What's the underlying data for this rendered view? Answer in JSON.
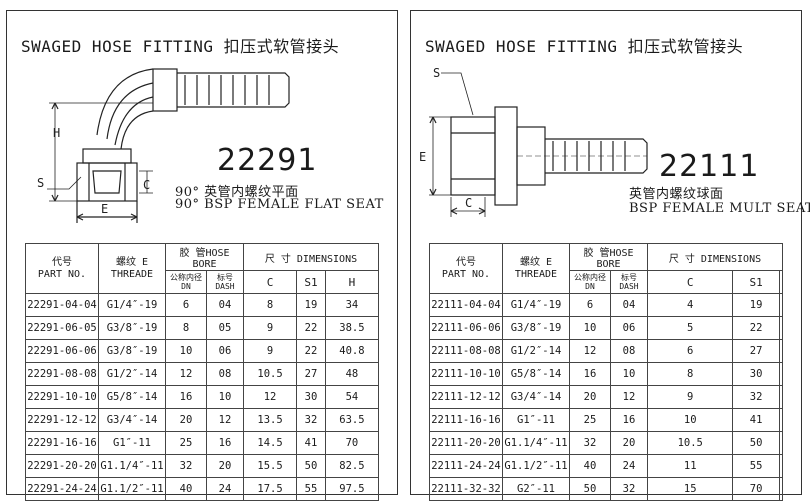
{
  "left": {
    "title": "SWAGED HOSE FITTING  扣压式软管接头",
    "code": "22291",
    "desc_cn": "90° 英管内螺纹平面",
    "desc_en": "90° BSP  FEMALE FLAT  SEAT",
    "dims": {
      "s": "S",
      "h": "H",
      "c": "C",
      "e": "E"
    },
    "headers": {
      "part_cn": "代号",
      "part_en": "PART NO.",
      "thread_cn": "螺纹 E",
      "thread_en": "THREADE",
      "bore": "胶 管HOSE BORE",
      "bore_dn": "公称内径 DN",
      "bore_dash": "标号 DASH",
      "dims": "尺 寸 DIMENSIONS",
      "c": "C",
      "s1": "S1",
      "h": "H"
    },
    "rows": [
      [
        "22291-04-04",
        "G1/4″-19",
        "6",
        "04",
        "8",
        "19",
        "34"
      ],
      [
        "22291-06-05",
        "G3/8″-19",
        "8",
        "05",
        "9",
        "22",
        "38.5"
      ],
      [
        "22291-06-06",
        "G3/8″-19",
        "10",
        "06",
        "9",
        "22",
        "40.8"
      ],
      [
        "22291-08-08",
        "G1/2″-14",
        "12",
        "08",
        "10.5",
        "27",
        "48"
      ],
      [
        "22291-10-10",
        "G5/8″-14",
        "16",
        "10",
        "12",
        "30",
        "54"
      ],
      [
        "22291-12-12",
        "G3/4″-14",
        "20",
        "12",
        "13.5",
        "32",
        "63.5"
      ],
      [
        "22291-16-16",
        "G1″-11",
        "25",
        "16",
        "14.5",
        "41",
        "70"
      ],
      [
        "22291-20-20",
        "G1.1/4″-11",
        "32",
        "20",
        "15.5",
        "50",
        "82.5"
      ],
      [
        "22291-24-24",
        "G1.1/2″-11",
        "40",
        "24",
        "17.5",
        "55",
        "97.5"
      ]
    ]
  },
  "right": {
    "title": "SWAGED HOSE FITTING  扣压式软管接头",
    "code": "22111",
    "desc_cn": "英管内螺纹球面",
    "desc_en": "BSP FEMALE MULT SEAT",
    "dims": {
      "s": "S",
      "e": "E",
      "c": "C"
    },
    "headers": {
      "part_cn": "代号",
      "part_en": "PART NO.",
      "thread_cn": "螺纹 E",
      "thread_en": "THREADE",
      "bore": "胶 管HOSE BORE",
      "bore_dn": "公称内径 DN",
      "bore_dash": "标号 DASH",
      "dims": "尺 寸 DIMENSIONS",
      "c": "C",
      "s1": "S1"
    },
    "rows": [
      [
        "22111-04-04",
        "G1/4″-19",
        "6",
        "04",
        "4",
        "19"
      ],
      [
        "22111-06-06",
        "G3/8″-19",
        "10",
        "06",
        "5",
        "22"
      ],
      [
        "22111-08-08",
        "G1/2″-14",
        "12",
        "08",
        "6",
        "27"
      ],
      [
        "22111-10-10",
        "G5/8″-14",
        "16",
        "10",
        "8",
        "30"
      ],
      [
        "22111-12-12",
        "G3/4″-14",
        "20",
        "12",
        "9",
        "32"
      ],
      [
        "22111-16-16",
        "G1″-11",
        "25",
        "16",
        "10",
        "41"
      ],
      [
        "22111-20-20",
        "G1.1/4″-11",
        "32",
        "20",
        "10.5",
        "50"
      ],
      [
        "22111-24-24",
        "G1.1/2″-11",
        "40",
        "24",
        "11",
        "55"
      ],
      [
        "22111-32-32",
        "G2″-11",
        "50",
        "32",
        "15",
        "70"
      ]
    ]
  }
}
